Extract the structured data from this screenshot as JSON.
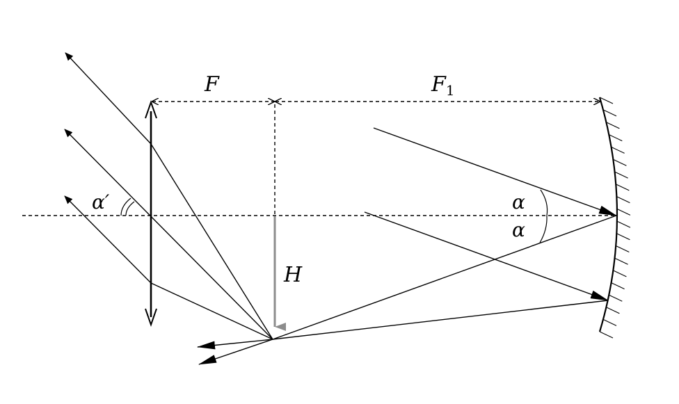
{
  "labels": {
    "F": "F",
    "F1_base": "F",
    "F1_sub": "1",
    "H": "H",
    "alpha_top": "α",
    "alpha_bottom": "α",
    "alpha_prime": "α′"
  },
  "colors": {
    "ink": "#000000",
    "height_arrow": "#8c8c8c"
  }
}
